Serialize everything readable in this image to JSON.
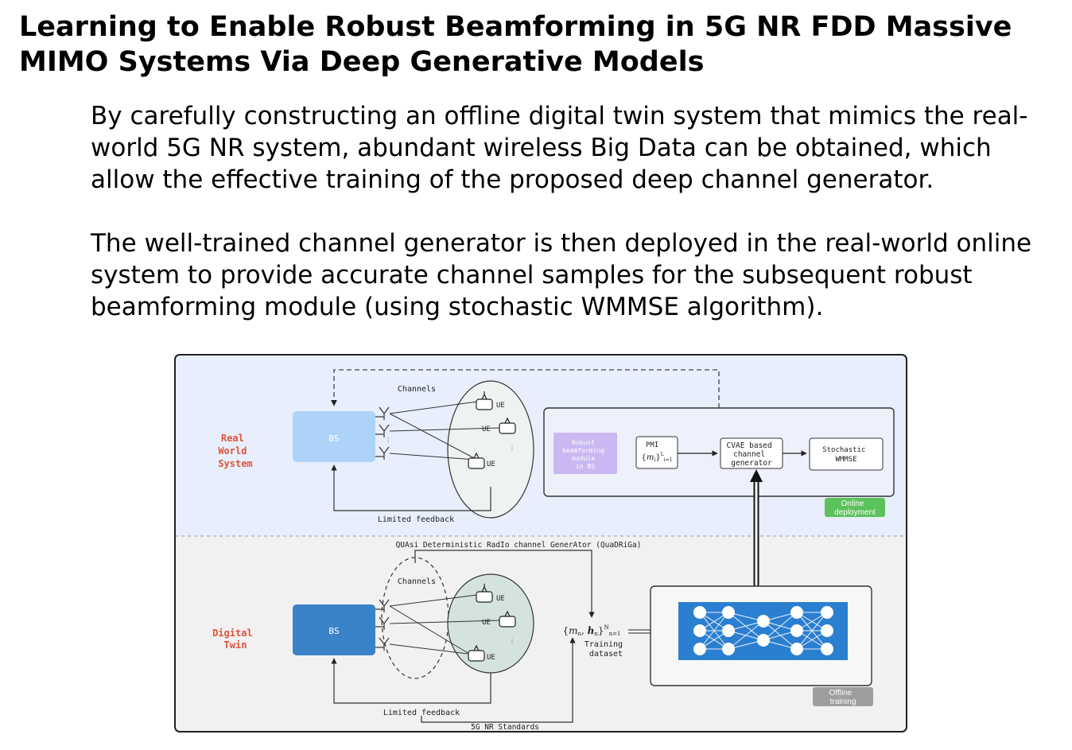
{
  "title": "Learning to Enable Robust Beamforming in 5G NR FDD Massive MIMO Systems Via Deep Generative Models",
  "paragraphs": [
    "By carefully constructing an offline digital twin system that mimics the real-world 5G NR system, abundant wireless Big Data can be obtained, which allow the effective training of the proposed deep channel generator.",
    "The well-trained channel generator is then deployed in the real-world online system to provide accurate channel samples for the subsequent robust beamforming module (using stochastic WMMSE algorithm)."
  ],
  "diagram": {
    "real_world": {
      "label_lines": [
        "Real",
        "World",
        "System"
      ],
      "bs": "BS",
      "channels": "Channels",
      "ue": "UE",
      "feedback": "Limited feedback",
      "robust_lines": [
        "Robust",
        "beamforming",
        "module",
        "in BS"
      ],
      "pmi_label": "PMI",
      "cvae_lines": [
        "CVAE based",
        "channel",
        "generator"
      ],
      "wmmse_lines": [
        "Stochastic",
        "WMMSE"
      ],
      "online_lines": [
        "Online",
        "deployment"
      ]
    },
    "digital_twin": {
      "label_lines": [
        "Digital",
        "Twin"
      ],
      "quadriga": "QUAsi Deterministic RadIo channel GenerAtor (QuaDRiGa)",
      "bs": "BS",
      "channels": "Channels",
      "ue": "UE",
      "feedback": "Limited feedback",
      "standards": "5G NR Standards",
      "dataset_lines": [
        "Training",
        "dataset"
      ],
      "offline_lines": [
        "Offline",
        "training"
      ]
    },
    "colors": {
      "real_bg": "#e8eefc",
      "twin_bg": "#f1f1f1",
      "label_red": "#e0533b",
      "bs_light": "#aed3f8",
      "bs_dark": "#3b83c9",
      "robust_box": "#c9b8f2",
      "online_green": "#5cc25c",
      "offline_gray": "#9e9e9e",
      "nn_blue": "#2b7fd0"
    }
  }
}
